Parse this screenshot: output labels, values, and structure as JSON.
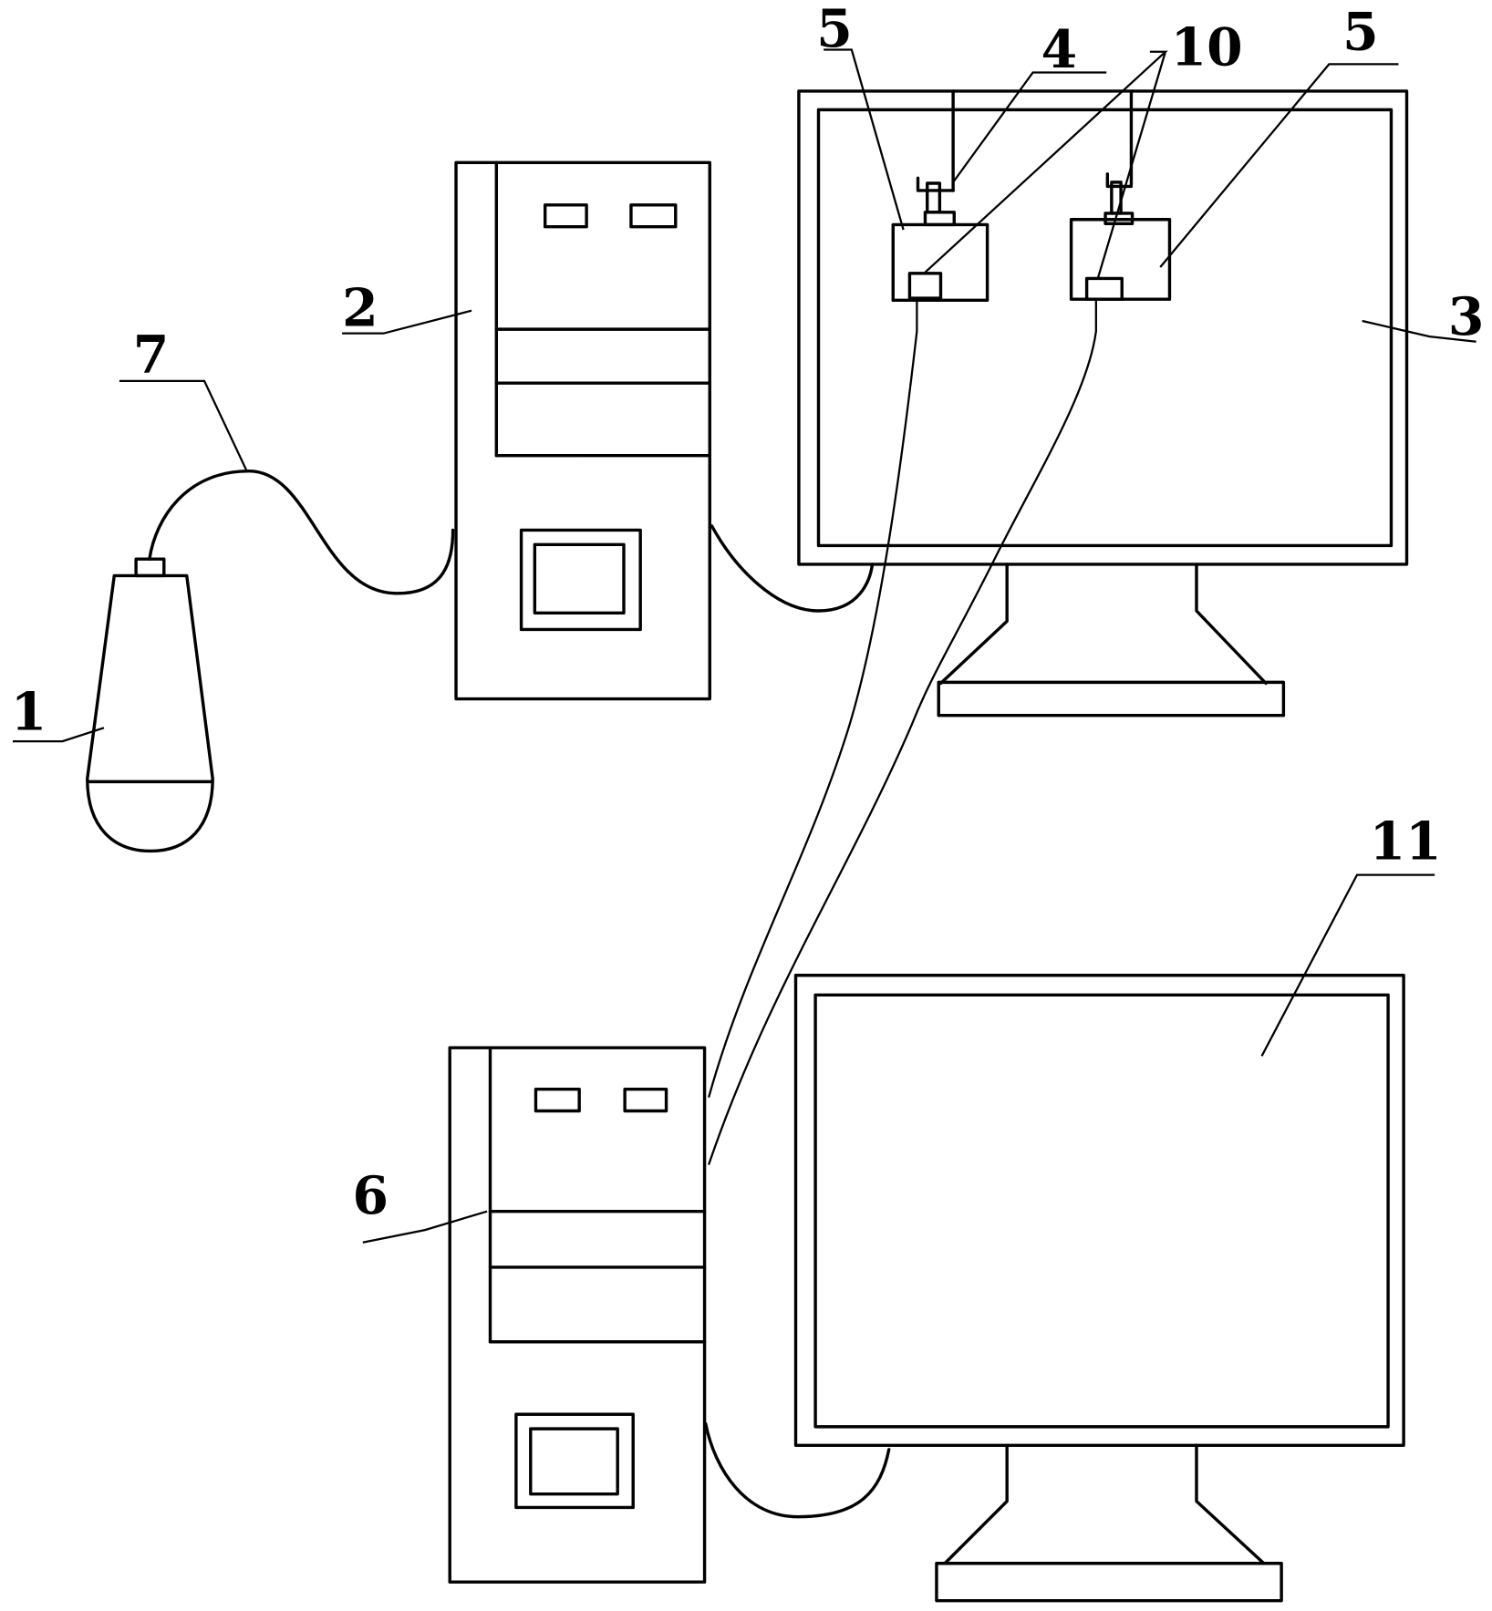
{
  "diagram": {
    "type": "patent-schematic",
    "colors": {
      "line": "#000000",
      "background": "#ffffff"
    },
    "labels": {
      "probe": "1",
      "host_computer": "2",
      "display_monitor": "3",
      "mount": "4",
      "camera_left": "5",
      "camera_right": "5",
      "cable": "7",
      "lens": "10",
      "secondary_computer": "6",
      "secondary_monitor": "11"
    },
    "components": [
      {
        "id": "1",
        "name": "probe"
      },
      {
        "id": "2",
        "name": "host computer"
      },
      {
        "id": "3",
        "name": "display monitor"
      },
      {
        "id": "4",
        "name": "mount bracket"
      },
      {
        "id": "5",
        "name": "camera unit"
      },
      {
        "id": "6",
        "name": "secondary computer"
      },
      {
        "id": "7",
        "name": "connecting cable"
      },
      {
        "id": "10",
        "name": "lens"
      },
      {
        "id": "11",
        "name": "secondary monitor"
      }
    ]
  }
}
